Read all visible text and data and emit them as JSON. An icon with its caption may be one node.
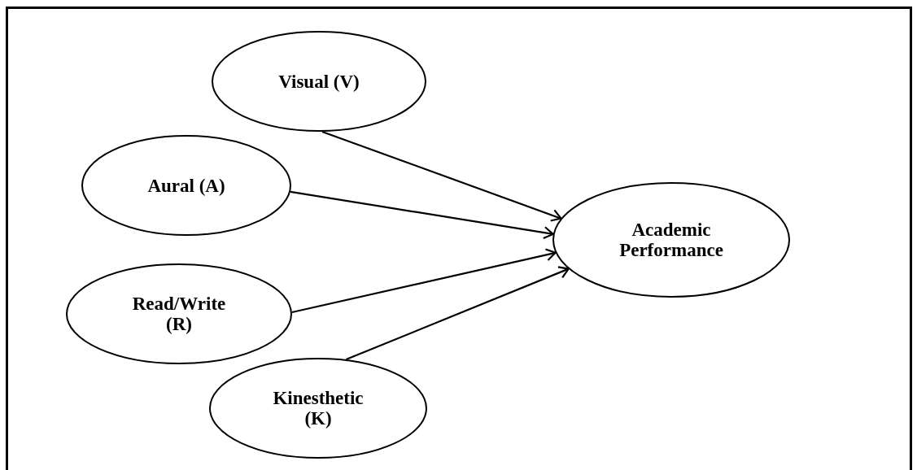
{
  "diagram": {
    "nodes": [
      {
        "text": [
          "Visual (V)"
        ]
      },
      {
        "text": [
          "Aural (A)"
        ]
      },
      {
        "text": [
          "Read/Write (R)"
        ]
      },
      {
        "text": [
          "Kinesthetic (K)"
        ]
      },
      {
        "text": [
          "Academic Performance"
        ]
      }
    ],
    "edges": [
      {
        "from": 0,
        "to": 4,
        "arrow": "to"
      },
      {
        "from": 1,
        "to": 4,
        "arrow": "to"
      },
      {
        "from": 2,
        "to": 4,
        "arrow": "to"
      },
      {
        "from": 3,
        "to": 4,
        "arrow": "to"
      }
    ]
  }
}
